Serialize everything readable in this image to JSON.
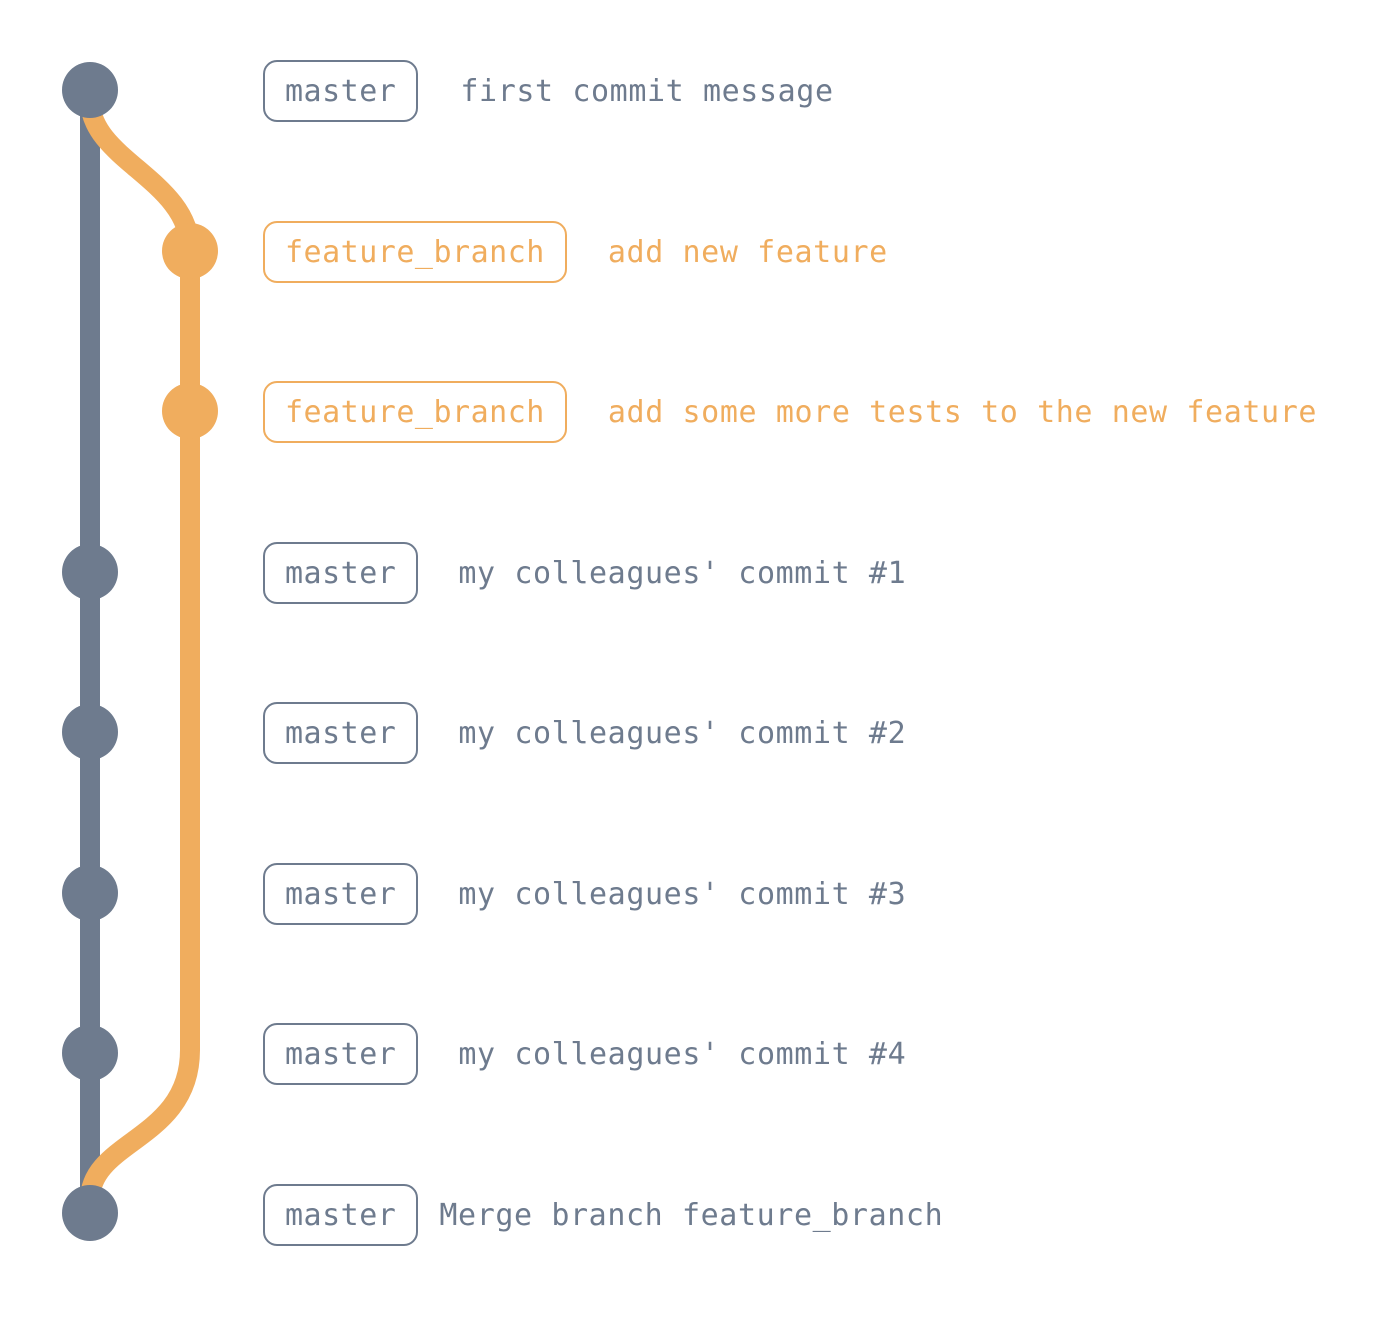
{
  "colors": {
    "master": "#6e7b8e",
    "feature": "#f0ad5e",
    "background": "#ffffff"
  },
  "commits": [
    {
      "branch": "master",
      "lane": "master",
      "message": "first commit message"
    },
    {
      "branch": "feature_branch",
      "lane": "feature",
      "message": "add new feature"
    },
    {
      "branch": "feature_branch",
      "lane": "feature",
      "message": "add some more tests to the new feature"
    },
    {
      "branch": "master",
      "lane": "master",
      "message": "my colleagues' commit #1"
    },
    {
      "branch": "master",
      "lane": "master",
      "message": "my colleagues' commit #2"
    },
    {
      "branch": "master",
      "lane": "master",
      "message": "my colleagues' commit #3"
    },
    {
      "branch": "master",
      "lane": "master",
      "message": "my colleagues' commit #4"
    },
    {
      "branch": "master",
      "lane": "master",
      "message": "Merge branch feature_branch"
    }
  ]
}
